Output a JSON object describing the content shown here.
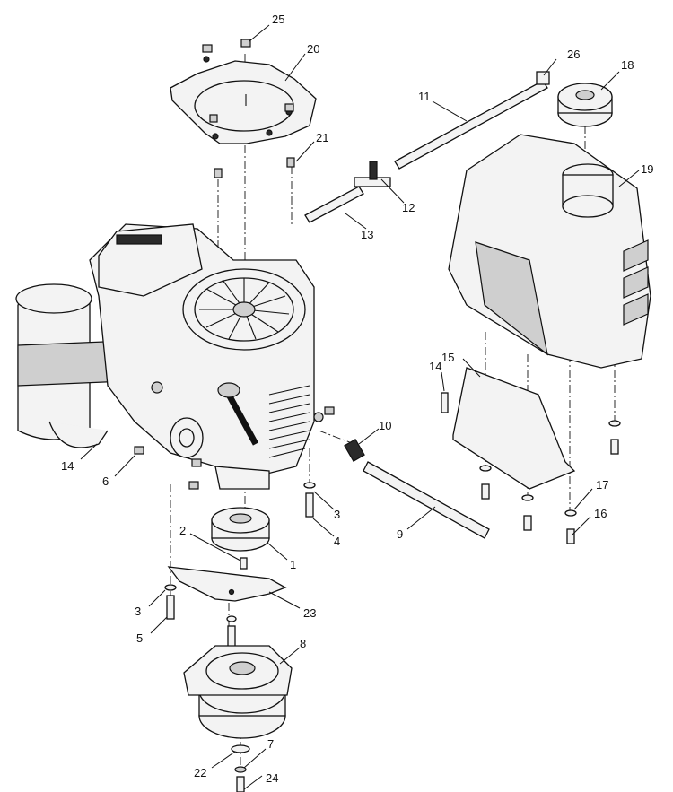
{
  "callouts": {
    "c1": "1",
    "c2": "2",
    "c3a": "3",
    "c3b": "3",
    "c4": "4",
    "c5": "5",
    "c6": "6",
    "c7": "7",
    "c8": "8",
    "c9": "9",
    "c10": "10",
    "c11": "11",
    "c12": "12",
    "c13": "13",
    "c14a": "14",
    "c14b": "14",
    "c15": "15",
    "c16": "16",
    "c17": "17",
    "c18": "18",
    "c19": "19",
    "c20": "20",
    "c21": "21",
    "c22": "22",
    "c23": "23",
    "c24": "24",
    "c25": "25",
    "c26": "26"
  }
}
